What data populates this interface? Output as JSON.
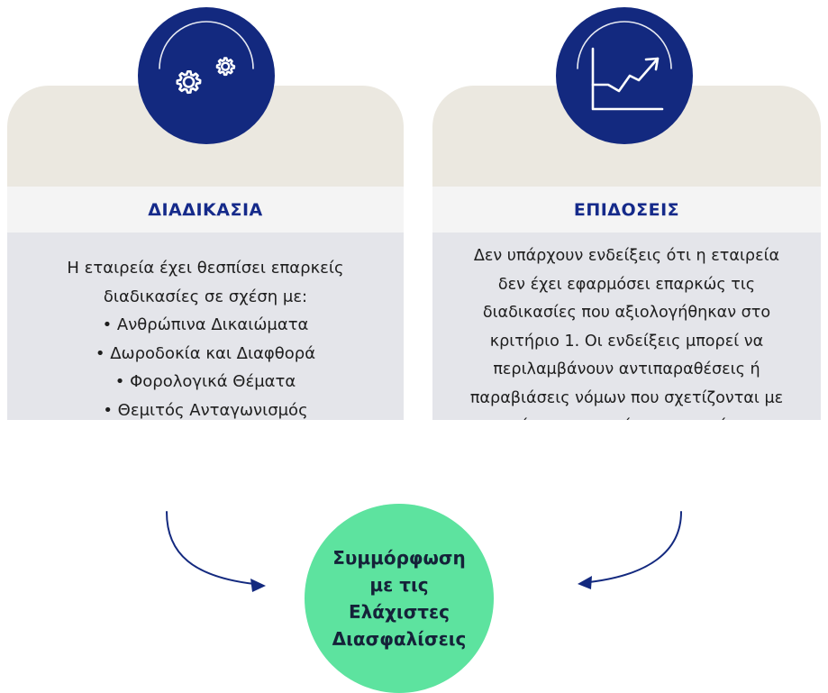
{
  "colors": {
    "navy": "#13297f",
    "card_top": "#ebe8e0",
    "card_band": "#f4f4f4",
    "card_body": "#e4e5ea",
    "title_blue": "#152a8a",
    "outcome_green": "#5de39f"
  },
  "process": {
    "icon": "gears-icon",
    "title": "ΔΙΑΔΙΚΑΣΙΑ",
    "lines": [
      "Η εταιρεία έχει θεσπίσει επαρκείς",
      "διαδικασίες σε σχέση με:",
      "• Ανθρώπινα Δικαιώματα",
      "• Δωροδοκία και Διαφθορά",
      "• Φορολογικά Θέματα",
      "• Θεμιτός Ανταγωνισμός"
    ]
  },
  "performance": {
    "icon": "growth-chart-icon",
    "title": "ΕΠΙΔΟΣΕΙΣ",
    "lines": [
      "Δεν υπάρχουν ενδείξεις ότι η εταιρεία",
      "δεν έχει εφαρμόσει επαρκώς τις",
      "διαδικασίες που αξιολογήθηκαν στο",
      "κριτήριο 1. Οι ενδείξεις μπορεί να",
      "περιλαμβάνουν αντιπαραθέσεις ή",
      "παραβιάσεις νόμων που σχετίζονται με",
      "τους τέσσερις τομείς που αναφέρονται."
    ]
  },
  "outcome": {
    "lines": [
      "Συμμόρφωση",
      "με τις",
      "Ελάχιστες",
      "Διασφαλίσεις"
    ]
  }
}
